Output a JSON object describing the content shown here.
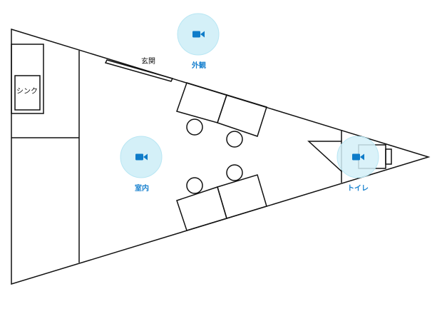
{
  "colors": {
    "wall": "#111111",
    "camera_halo": "#d4f0f8",
    "camera_halo_edge": "#b8e6f3",
    "camera_icon": "#0e7cc9",
    "camera_label": "#1a82cf"
  },
  "labels": {
    "sink": "シンク",
    "entrance": "玄関"
  },
  "cameras": [
    {
      "id": "exterior",
      "icon": "video-camera-icon",
      "label": "外観"
    },
    {
      "id": "interior",
      "icon": "video-camera-icon",
      "label": "室内"
    },
    {
      "id": "toilet",
      "icon": "video-camera-icon",
      "label": "トイレ"
    }
  ]
}
